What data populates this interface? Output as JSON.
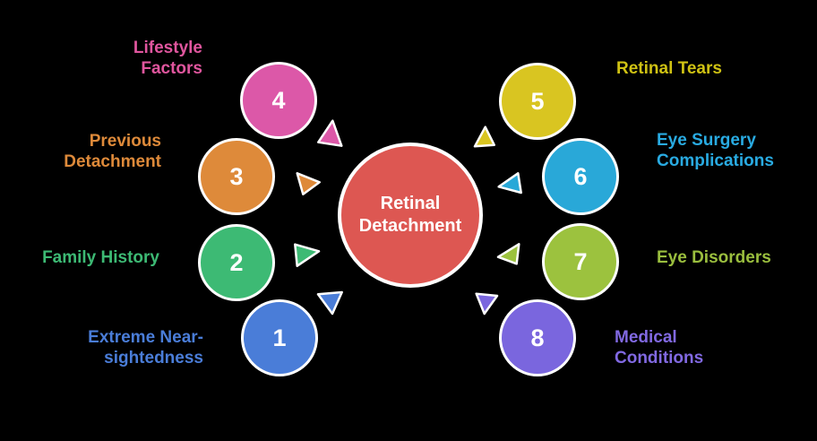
{
  "background_color": "#000000",
  "center": {
    "label_lines": [
      "Retinal",
      "Detachment"
    ],
    "color": "#DD5752",
    "text_color": "#FFFFFF"
  },
  "nodes": [
    {
      "number": "1",
      "label_lines": [
        "Extreme Near-",
        "sightedness"
      ],
      "color": "#4A7DD8",
      "label_color": "#4A7DD8"
    },
    {
      "number": "2",
      "label_lines": [
        "Family History"
      ],
      "color": "#3DBA74",
      "label_color": "#3DBA74"
    },
    {
      "number": "3",
      "label_lines": [
        "Previous",
        "Detachment"
      ],
      "color": "#DE8A3A",
      "label_color": "#DE8A3A"
    },
    {
      "number": "4",
      "label_lines": [
        "Lifestyle",
        "Factors"
      ],
      "color": "#DC58A8",
      "label_color": "#E0569E"
    },
    {
      "number": "5",
      "label_lines": [
        "Retinal Tears"
      ],
      "color": "#D9C521",
      "label_color": "#CFC213"
    },
    {
      "number": "6",
      "label_lines": [
        "Eye Surgery",
        "Complications"
      ],
      "color": "#29A8D8",
      "label_color": "#29ABE2"
    },
    {
      "number": "7",
      "label_lines": [
        "Eye Disorders"
      ],
      "color": "#9CC23E",
      "label_color": "#9ABE3E"
    },
    {
      "number": "8",
      "label_lines": [
        "Medical",
        "Conditions"
      ],
      "color": "#7A66DE",
      "label_color": "#8169E2"
    }
  ]
}
